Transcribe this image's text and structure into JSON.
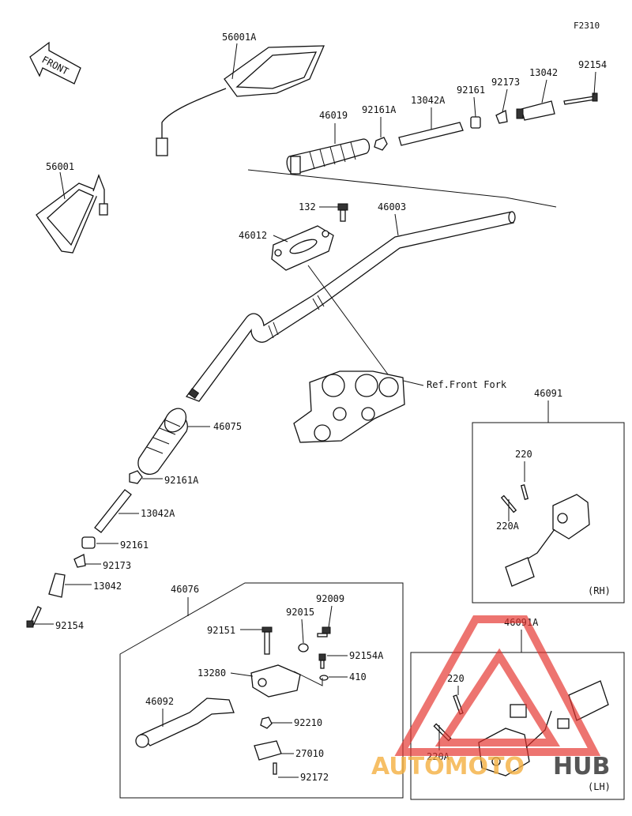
{
  "diagram_code": "F2310",
  "front_label": "FRONT",
  "ref_label": "Ref.Front Fork",
  "parts": {
    "p56001A": "56001A",
    "p56001": "56001",
    "p46019": "46019",
    "p92161A_top": "92161A",
    "p13042A_top": "13042A",
    "p92161_top": "92161",
    "p92173_top": "92173",
    "p13042_top": "13042",
    "p92154_top": "92154",
    "p132": "132",
    "p46003": "46003",
    "p46012": "46012",
    "p46075": "46075",
    "p92161A_left": "92161A",
    "p13042A_left": "13042A",
    "p92161_left": "92161",
    "p92173_left": "92173",
    "p13042_left": "13042",
    "p92154_left": "92154",
    "p46091": "46091",
    "p220_rh": "220",
    "p220A_rh": "220A",
    "rh": "(RH)",
    "p46076": "46076",
    "p92009": "92009",
    "p92015": "92015",
    "p92151": "92151",
    "p92154A": "92154A",
    "p13280": "13280",
    "p410": "410",
    "p46092": "46092",
    "p92210": "92210",
    "p27010": "27010",
    "p92172": "92172",
    "p46091A": "46091A",
    "p220_lh": "220",
    "p220A_lh": "220A",
    "lh": "(LH)"
  },
  "watermark": {
    "word1": "AUTOMOTO",
    "word2": "HUB",
    "color1": "#f5b041",
    "color2": "#2b2b2b",
    "triangle_color": "#e5322d"
  }
}
